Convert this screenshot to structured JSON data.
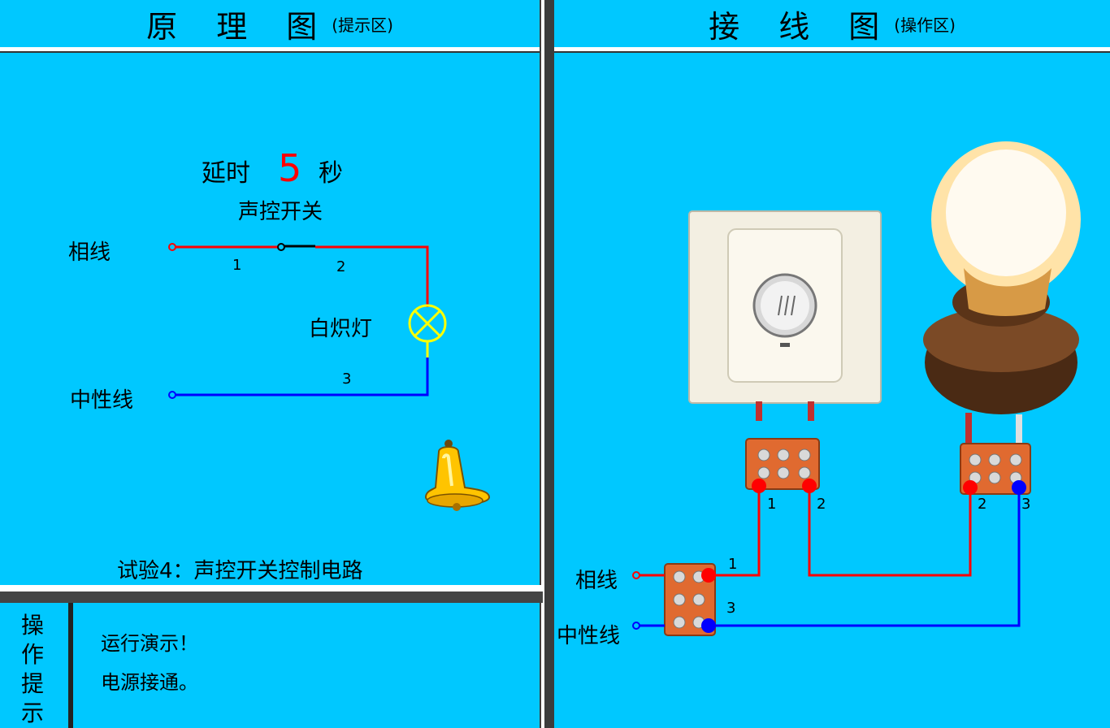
{
  "left_panel": {
    "title_main": "原 理 图",
    "title_sub": "(提示区)",
    "delay_prefix": "延时",
    "delay_value": "5",
    "delay_suffix": "秒",
    "switch_label": "声控开关",
    "phase_label": "相线",
    "neutral_label": "中性线",
    "lamp_label": "白炽灯",
    "node1": "1",
    "node2": "2",
    "node3": "3",
    "experiment_title": "试验4：声控开关控制电路"
  },
  "right_panel": {
    "title_main": "接 线 图",
    "title_sub": "(操作区)",
    "phase_label": "相线",
    "neutral_label": "中性线",
    "n1_switch": "1",
    "n2_switch": "2",
    "n2_lamp": "2",
    "n3_lamp": "3",
    "n1_block": "1",
    "n3_block": "3"
  },
  "hint_panel": {
    "label_chars": [
      "操",
      "作",
      "提",
      "示"
    ],
    "line1": "运行演示！",
    "line2": "电源接通。"
  },
  "colors": {
    "background": "#00c8ff",
    "phase_wire": "#ff0000",
    "neutral_wire": "#0000ff",
    "lamp_symbol": "#ffff00",
    "delay_value": "#ff0000"
  }
}
